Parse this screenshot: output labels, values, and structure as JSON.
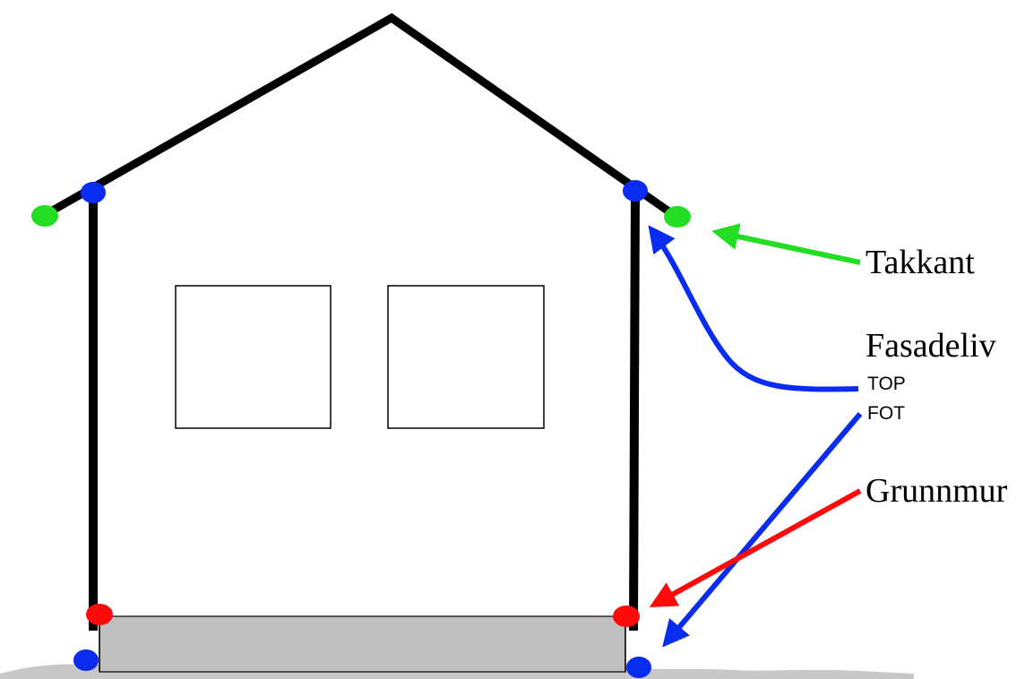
{
  "labels": {
    "takkant": "Takkant",
    "fasadeliv": "Fasadeliv",
    "top": "TOP",
    "fot": "FOT",
    "grunnmur": "Grunnmur"
  },
  "colors": {
    "outline": "#000000",
    "background": "#ffffff",
    "ground": "#c8c8c8",
    "foundation": "#c0c0c0",
    "takkant_marker": "#22dd22",
    "fasadeliv_marker": "#0a2cf0",
    "grunnmur_marker": "#ff0a0a"
  },
  "icons": {
    "takkant_arrow": "arrow-left-icon",
    "fasadeliv_top_arrow": "arrow-up-left-icon",
    "fasadeliv_fot_arrow": "arrow-down-left-icon",
    "grunnmur_arrow": "arrow-down-left-icon"
  }
}
